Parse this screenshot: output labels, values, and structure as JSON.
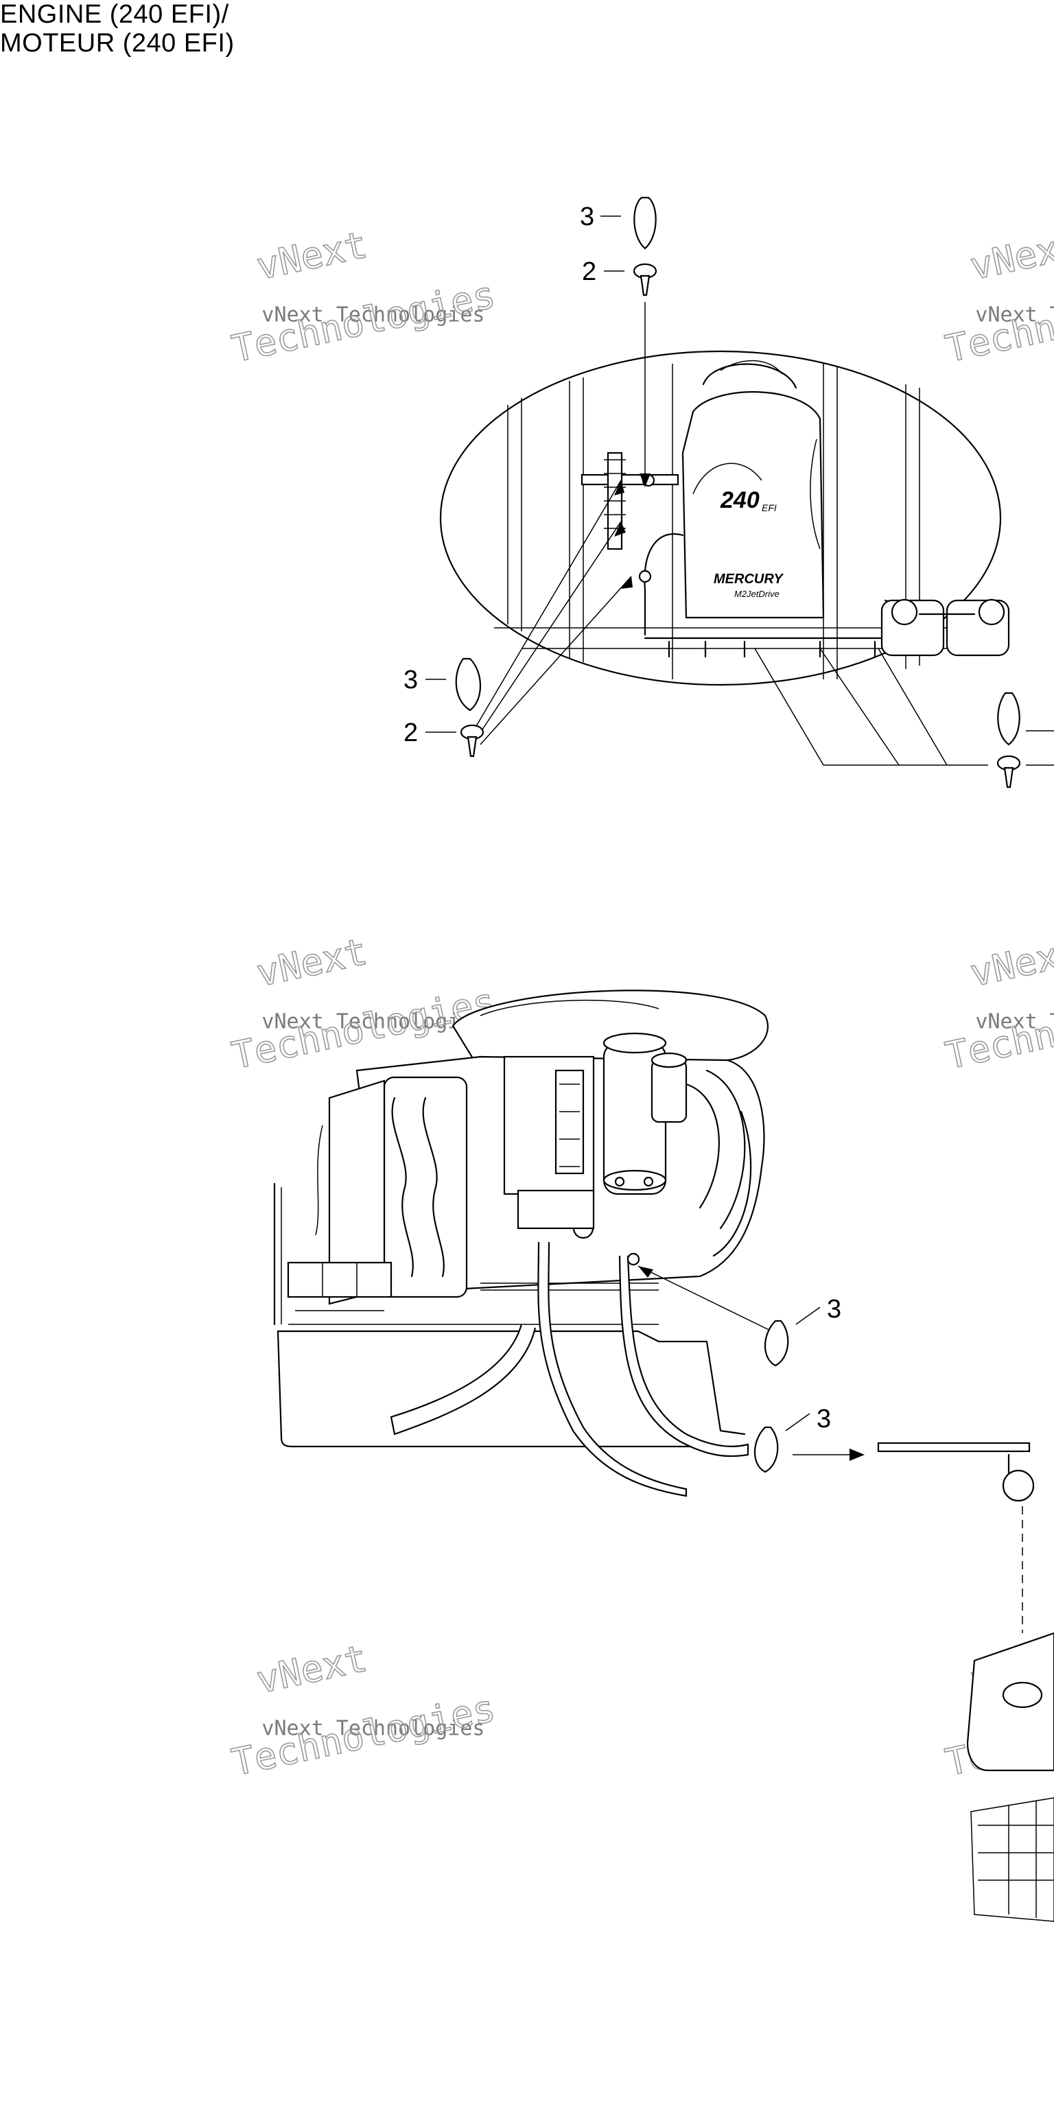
{
  "title": {
    "line1": "ENGINE (240 EFI)/",
    "line2": "MOTEUR (240 EFI)"
  },
  "callouts": {
    "top_clip": "3",
    "top_screw": "2",
    "left_clip": "3",
    "left_screw": "2",
    "mid_clip": "3",
    "low_clip": "3"
  },
  "engine_badge": {
    "model": "240",
    "suffix": "EFI",
    "brand": "MERCURY",
    "sub": "M2JetDrive"
  },
  "watermark": {
    "line1": "vNext Technologies",
    "line2": "Technologies",
    "line3": "vNext"
  }
}
